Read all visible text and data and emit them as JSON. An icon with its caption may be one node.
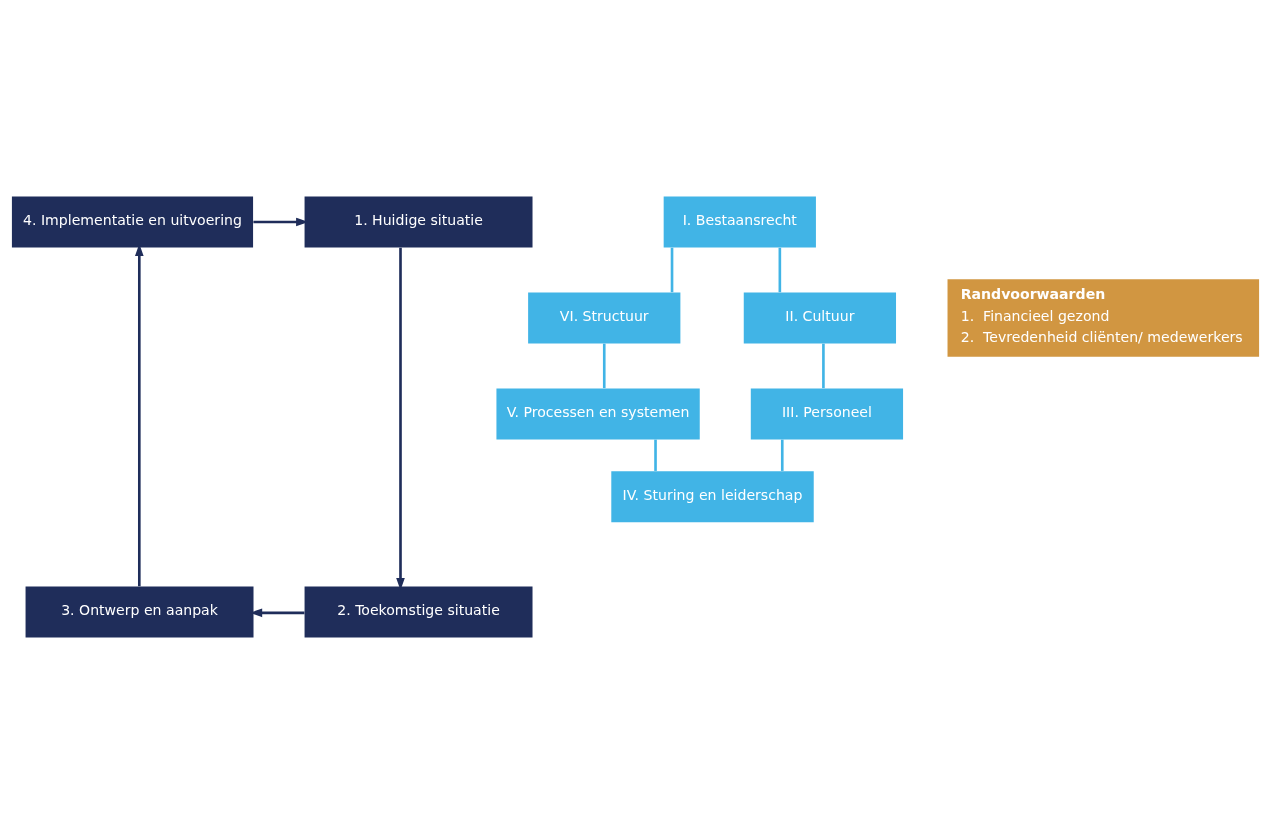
{
  "diagram": {
    "nodes": [
      {
        "text": [
          "4. Implementatie en uitvoering"
        ]
      },
      {
        "text": [
          "1. Huidige situatie"
        ]
      },
      {
        "text": [
          "I. Bestaansrecht"
        ]
      },
      {
        "text": [
          "VI. Structuur"
        ]
      },
      {
        "text": [
          "Randvoorwaarden",
          "1.  Financieel gezond",
          "2.  Tevredenheid cliënten/ medewerkers"
        ]
      },
      {
        "text": [
          "II. Cultuur"
        ]
      },
      {
        "text": [
          "V. Processen en systemen"
        ]
      },
      {
        "text": [
          "III. Personeel"
        ]
      },
      {
        "text": [
          "IV. Sturing en leiderschap"
        ]
      },
      {
        "text": [
          "3. Ontwerp en aanpak"
        ]
      },
      {
        "text": [
          "2. Toekomstige situatie"
        ]
      }
    ],
    "edges": [
      {
        "from": 0,
        "to": 1,
        "arrow": "to",
        "color": "#1f2d5a"
      },
      {
        "from": 1,
        "to": 10,
        "arrow": "to",
        "color": "#1f2d5a"
      },
      {
        "from": 10,
        "to": 9,
        "arrow": "to",
        "color": "#1f2d5a"
      },
      {
        "from": 9,
        "to": 0,
        "arrow": "to",
        "color": "#1f2d5a"
      },
      {
        "from": 2,
        "to": 5,
        "arrow": "none"
      },
      {
        "from": 5,
        "to": 7,
        "arrow": "none"
      },
      {
        "from": 7,
        "to": 8,
        "arrow": "none"
      },
      {
        "from": 6,
        "to": 8,
        "arrow": "none"
      },
      {
        "from": 3,
        "to": 6,
        "arrow": "none"
      },
      {
        "from": 2,
        "to": 3,
        "arrow": "none"
      }
    ]
  }
}
